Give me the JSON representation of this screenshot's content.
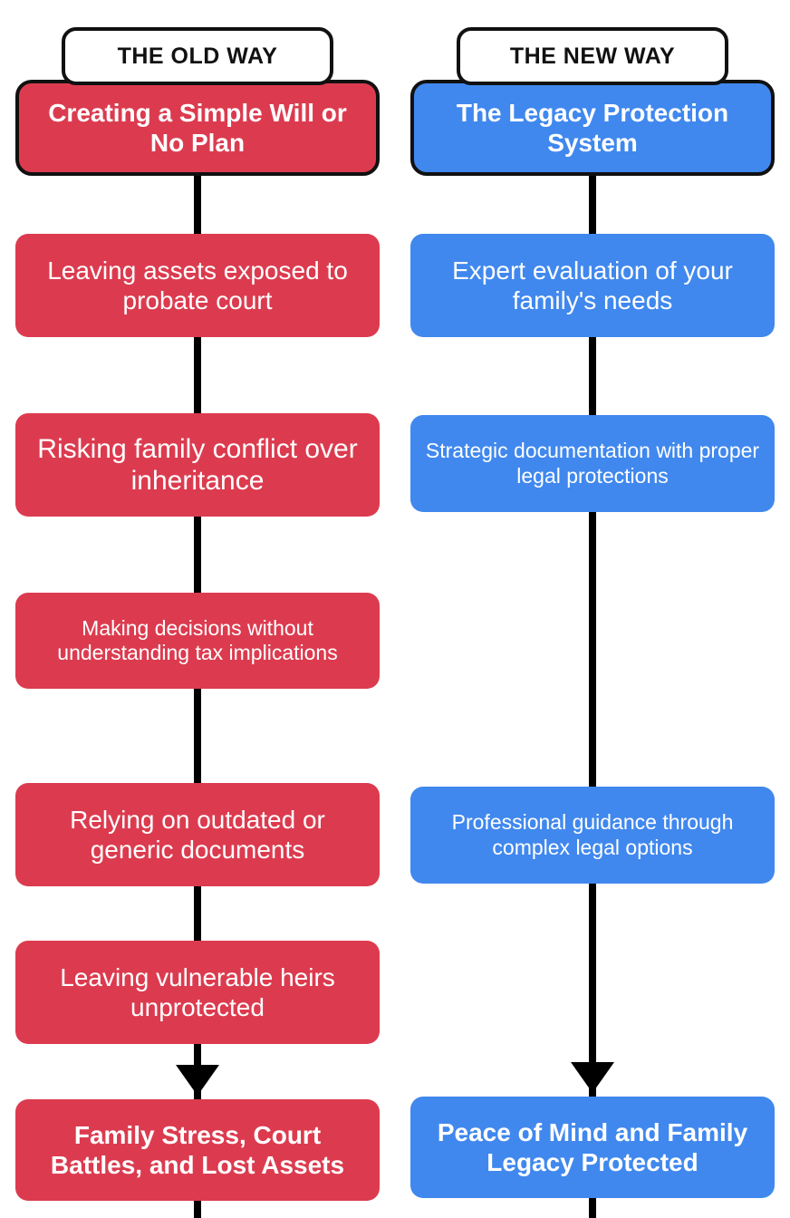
{
  "diagram": {
    "type": "two-column-comparison-flowchart",
    "background_color": "#FFFFFF",
    "columns": [
      {
        "id": "old-way",
        "header": "THE OLD WAY",
        "accent_color": "#DC3B4F",
        "nodes": [
          {
            "text": "Creating a Simple Will or No Plan",
            "emphasis": "bold",
            "outlined": true
          },
          {
            "text": "Leaving assets exposed to probate court",
            "emphasis": "normal",
            "outlined": false
          },
          {
            "text": "Risking family conflict over inheritance",
            "emphasis": "normal",
            "outlined": false
          },
          {
            "text": "Making decisions without understanding tax implications",
            "emphasis": "normal",
            "outlined": false
          },
          {
            "text": "Relying on outdated or generic documents",
            "emphasis": "normal",
            "outlined": false
          },
          {
            "text": "Leaving vulnerable heirs unprotected",
            "emphasis": "normal",
            "outlined": false
          },
          {
            "text": "Family Stress, Court Battles, and Lost Assets",
            "emphasis": "bold",
            "outlined": false
          }
        ]
      },
      {
        "id": "new-way",
        "header": "THE NEW WAY",
        "accent_color": "#4088EE",
        "nodes": [
          {
            "text": "The Legacy Protection System",
            "emphasis": "bold",
            "outlined": true
          },
          {
            "text": "Expert evaluation of your family's needs",
            "emphasis": "normal",
            "outlined": false
          },
          {
            "text": "Strategic documentation with proper legal protections",
            "emphasis": "normal",
            "outlined": false
          },
          {
            "text": "Professional guidance through complex legal options",
            "emphasis": "normal",
            "outlined": false
          },
          {
            "text": "Peace of Mind and Family Legacy Protected",
            "emphasis": "bold",
            "outlined": false
          }
        ]
      }
    ],
    "connector": {
      "color": "#000000",
      "style": "solid-vertical-line",
      "arrowhead": "down-triangle"
    }
  }
}
